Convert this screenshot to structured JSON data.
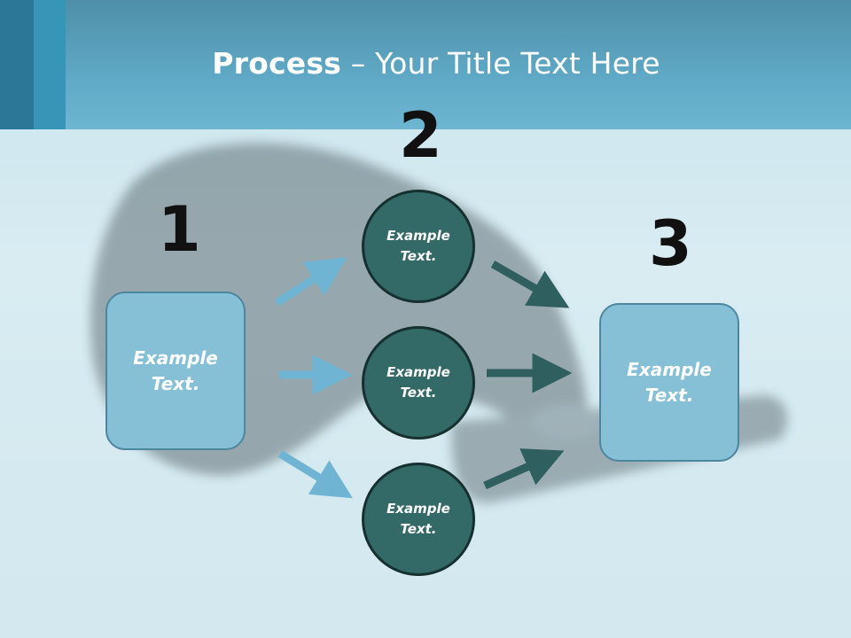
{
  "header": {
    "title_bold": "Process",
    "title_rest": " – Your Title Text Here"
  },
  "steps": [
    {
      "number": "1",
      "box": {
        "line1": "Example",
        "line2": "Text."
      }
    },
    {
      "number": "2",
      "circles": [
        {
          "line1": "Example",
          "line2": "Text."
        },
        {
          "line1": "Example",
          "line2": "Text."
        },
        {
          "line1": "Example",
          "line2": "Text."
        }
      ]
    },
    {
      "number": "3",
      "box": {
        "line1": "Example",
        "line2": "Text."
      }
    }
  ],
  "colors": {
    "header": "#5fa9c6",
    "box_fill": "#86c0d7",
    "circle_fill": "#336966",
    "arrow_light": "#6fb5d3",
    "arrow_dark": "#2f5f5e"
  }
}
